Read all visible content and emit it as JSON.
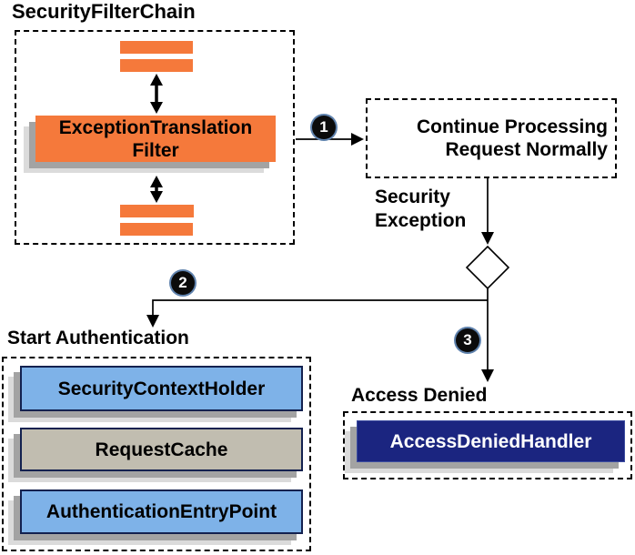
{
  "diagram": {
    "title": "SecurityFilterChain",
    "exception_translation_filter": {
      "line1": "ExceptionTranslation",
      "line2": "Filter"
    },
    "continue_processing": {
      "line1": "Continue Processing",
      "line2": "Request Normally"
    },
    "security_exception": {
      "line1": "Security",
      "line2": "Exception"
    },
    "badges": {
      "step1": "1",
      "step2": "2",
      "step3": "3"
    },
    "start_authentication": {
      "label": "Start Authentication",
      "items": [
        "SecurityContextHolder",
        "RequestCache",
        "AuthenticationEntryPoint"
      ]
    },
    "access_denied": {
      "label": "Access Denied",
      "handler": "AccessDeniedHandler"
    },
    "colors": {
      "orange": "#F5793B",
      "light-blue": "#7EB2E8",
      "warm-gray": "#C1BDB0",
      "navy": "#1B2580",
      "box-border": "#13214F",
      "shadow-dark": "#A3A3A3",
      "shadow-light": "#DBDBDB",
      "line": "#000000"
    }
  }
}
